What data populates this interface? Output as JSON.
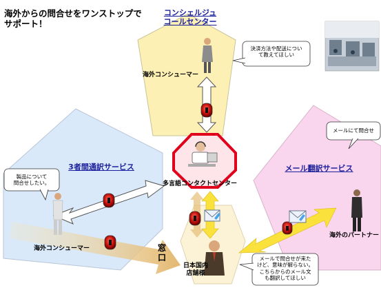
{
  "headline": "海外からの問合せをワンストップで\nサポート！",
  "services": {
    "concierge": "コンシェルジュ\nコールセンター",
    "interpretation": "3者間通訳サービス",
    "mail_translation": "メール翻訳サービス"
  },
  "nodes": {
    "overseas_consumer_top": "海外コンシューマー",
    "overseas_consumer_left": "海外コンシューマー",
    "contact_center": "多言語コンタクトセンター",
    "domestic_store": "日本国内\n店舗様",
    "overseas_partner": "海外のパートナー",
    "window": "窓\n口"
  },
  "bubbles": {
    "payment": "決済方法や配送につい\nて教えてほしい",
    "product": "製品について\n問合せしたい。",
    "mail_inquiry": "メールにて問合せ",
    "store": "メールで問合せが来た\nけど、意味が解らない。\nこちらからのメール文\nも翻訳してほしい"
  },
  "icons": [
    "lock-icon",
    "envelope-icon",
    "headset-operator-icon",
    "office-photo"
  ],
  "colors": {
    "concierge_fill": "#fcf0b4",
    "interpretation_fill": "#d9e9fa",
    "mail_fill": "#fad6ee",
    "center_fill": "#fde5ea",
    "center_border": "#e0001b",
    "store_fill": "#fcf3d7",
    "label_blue": "#1b1f9c",
    "arrow_yellow": "#fbe13c",
    "arrow_tan": "#e7c17e"
  }
}
